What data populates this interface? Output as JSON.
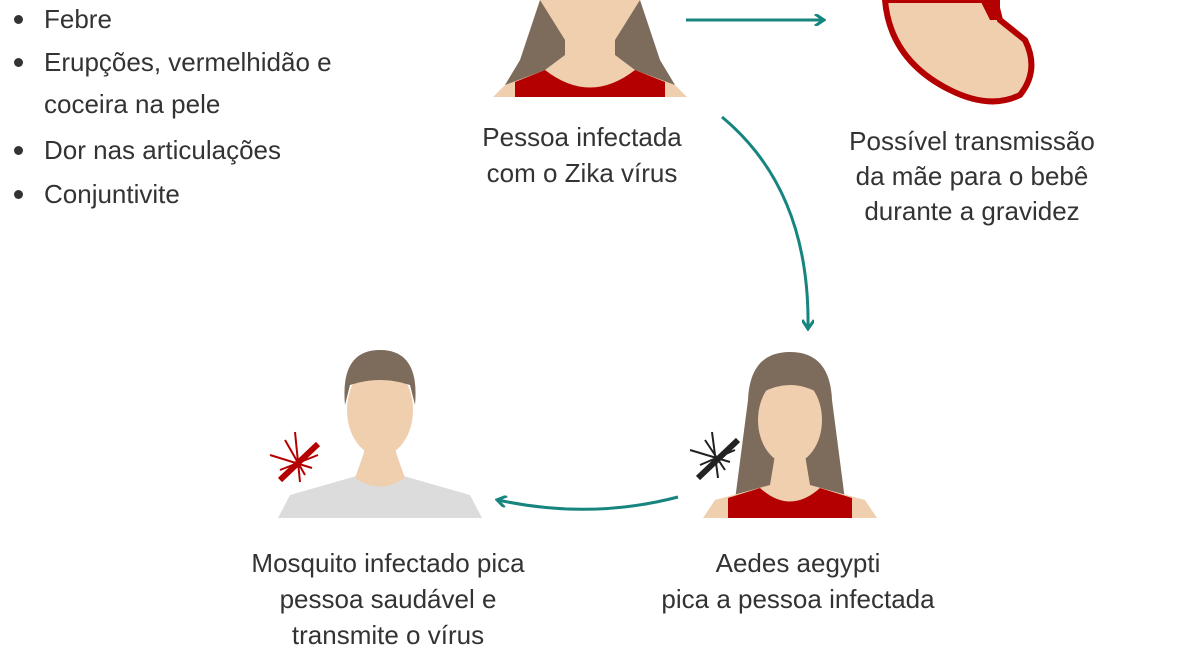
{
  "symptoms": [
    "Febre",
    "Erupções, vermelhidão e",
    "coceira na pele",
    "Dor nas articulações",
    "Conjuntivite"
  ],
  "captions": {
    "infected_person": [
      "Pessoa infectada",
      "com o Zika vírus"
    ],
    "mother_baby": [
      "Possível transmissão",
      "da mãe para o bebê",
      "durante a gravidez"
    ],
    "mosquito_bites_infected": [
      "Aedes aegypti",
      "pica a pessoa infectada"
    ],
    "mosquito_bites_healthy": [
      "Mosquito infectado pica",
      "pessoa saudável e",
      "transmite o vírus"
    ]
  },
  "colors": {
    "arrow": "#16847f",
    "red": "#b40000",
    "skin": "#efcfae",
    "hair": "#7d6b5c",
    "shirt": "#dcdcdc"
  }
}
